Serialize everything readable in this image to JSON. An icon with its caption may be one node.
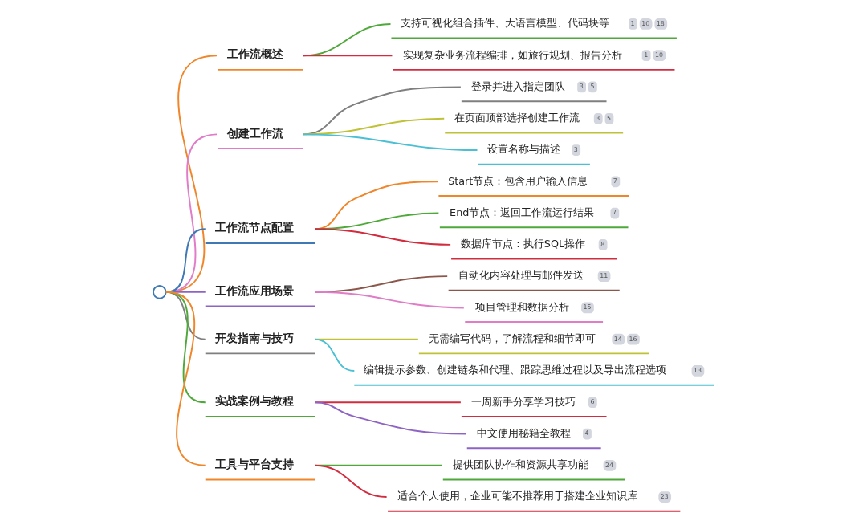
{
  "diagram": {
    "nodes": [
      {
        "text": [],
        "shape": "circle"
      },
      {
        "text": [
          "工作流概述"
        ]
      },
      {
        "text": [
          "支持可视化组合插件、大语言模型、代码块等",
          "1",
          "10",
          "18"
        ]
      },
      {
        "text": [
          "实现复杂业务流程编排，如旅行规划、报告分析",
          "1",
          "10"
        ]
      },
      {
        "text": [
          "创建工作流"
        ]
      },
      {
        "text": [
          "登录并进入指定团队",
          "3",
          "5"
        ]
      },
      {
        "text": [
          "在页面顶部选择创建工作流",
          "3",
          "5"
        ]
      },
      {
        "text": [
          "设置名称与描述",
          "3"
        ]
      },
      {
        "text": [
          "工作流节点配置"
        ]
      },
      {
        "text": [
          "Start节点：包含用户输入信息",
          "7"
        ]
      },
      {
        "text": [
          "End节点：返回工作流运行结果",
          "7"
        ]
      },
      {
        "text": [
          "数据库节点：执行SQL操作",
          "8"
        ]
      },
      {
        "text": [
          "工作流应用场景"
        ]
      },
      {
        "text": [
          "自动化内容处理与邮件发送",
          "11"
        ]
      },
      {
        "text": [
          "项目管理和数据分析",
          "15"
        ]
      },
      {
        "text": [
          "开发指南与技巧"
        ]
      },
      {
        "text": [
          "无需编写代码，了解流程和细节即可",
          "14",
          "16"
        ]
      },
      {
        "text": [
          "编辑提示参数、创建链条和代理、跟踪思维过程以及导出流程选项",
          "13"
        ]
      },
      {
        "text": [
          "实战案例与教程"
        ]
      },
      {
        "text": [
          "一周新手分享学习技巧",
          "6"
        ]
      },
      {
        "text": [
          "中文使用秘籍全教程",
          "4"
        ]
      },
      {
        "text": [
          "工具与平台支持"
        ]
      },
      {
        "text": [
          "提供团队协作和资源共享功能",
          "24"
        ]
      },
      {
        "text": [
          "适合个人使用，企业可能不推荐用于搭建企业知识库",
          "23"
        ]
      }
    ],
    "edges": [
      {
        "from": 0,
        "to": 1,
        "arrow": "none",
        "color": "#f0862a"
      },
      {
        "from": 1,
        "to": 2,
        "arrow": "none",
        "color": "#4fa83a"
      },
      {
        "from": 1,
        "to": 3,
        "arrow": "none",
        "color": "#d22d3f"
      },
      {
        "from": 0,
        "to": 4,
        "arrow": "none",
        "color": "#e07cc8"
      },
      {
        "from": 4,
        "to": 5,
        "arrow": "none",
        "color": "#7f7f7f"
      },
      {
        "from": 4,
        "to": 6,
        "arrow": "none",
        "color": "#bfc237"
      },
      {
        "from": 4,
        "to": 7,
        "arrow": "none",
        "color": "#4bbfd3"
      },
      {
        "from": 0,
        "to": 8,
        "arrow": "none",
        "color": "#3e78b5"
      },
      {
        "from": 8,
        "to": 9,
        "arrow": "none",
        "color": "#f0862a"
      },
      {
        "from": 8,
        "to": 10,
        "arrow": "none",
        "color": "#4fa83a"
      },
      {
        "from": 8,
        "to": 11,
        "arrow": "none",
        "color": "#d22d3f"
      },
      {
        "from": 0,
        "to": 12,
        "arrow": "none",
        "color": "#8e63c4"
      },
      {
        "from": 12,
        "to": 13,
        "arrow": "none",
        "color": "#8c564b"
      },
      {
        "from": 12,
        "to": 14,
        "arrow": "none",
        "color": "#e07cc8"
      },
      {
        "from": 0,
        "to": 15,
        "arrow": "none",
        "color": "#7f7f7f"
      },
      {
        "from": 15,
        "to": 16,
        "arrow": "none",
        "color": "#bfc237"
      },
      {
        "from": 15,
        "to": 17,
        "arrow": "none",
        "color": "#4bbfd3"
      },
      {
        "from": 0,
        "to": 18,
        "arrow": "none",
        "color": "#4fa83a"
      },
      {
        "from": 18,
        "to": 19,
        "arrow": "none",
        "color": "#d22d3f"
      },
      {
        "from": 18,
        "to": 20,
        "arrow": "none",
        "color": "#8e63c4"
      },
      {
        "from": 0,
        "to": 21,
        "arrow": "none",
        "color": "#f0862a"
      },
      {
        "from": 21,
        "to": 22,
        "arrow": "none",
        "color": "#4fa83a"
      },
      {
        "from": 21,
        "to": 23,
        "arrow": "none",
        "color": "#d22d3f"
      }
    ]
  }
}
